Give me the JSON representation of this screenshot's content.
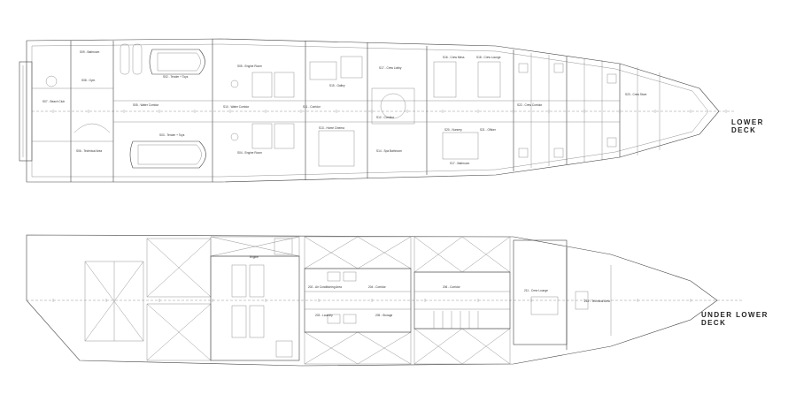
{
  "decks": {
    "lower": {
      "title": "Lower Deck",
      "rooms": [
        "S07 - Beach Club",
        "S08 - Gym",
        "S09 - Bathroom",
        "S06 - Technical Area",
        "S02 - Tender + Toys",
        "S03 - Tender + Toys",
        "S05 - Water Corridor",
        "S10 - Water Corridor",
        "S05 - Engine Room",
        "S04 - Engine Room",
        "S11 - Corridor",
        "S15 - Galley",
        "S13 - Home Cinema",
        "S14 - Spa Bathroom",
        "S17 - Crew Lobby",
        "S12 - Corridor",
        "S16 - Crew Mess",
        "S18 - Crew Lounge",
        "S20 - Nursery",
        "S21 - Officer",
        "S22 - Crew Corridor",
        "S17 - Bathroom",
        "S23 - Crew Store"
      ]
    },
    "under_lower": {
      "title": "Under Lower Deck",
      "rooms": [
        "Engine",
        "202 - Air Conditioning Area",
        "203 - Laundry",
        "204 - Corridor",
        "205 - Storage",
        "206 - Corridor",
        "211 - Crew Lounge",
        "215 - Technical Area"
      ]
    }
  }
}
